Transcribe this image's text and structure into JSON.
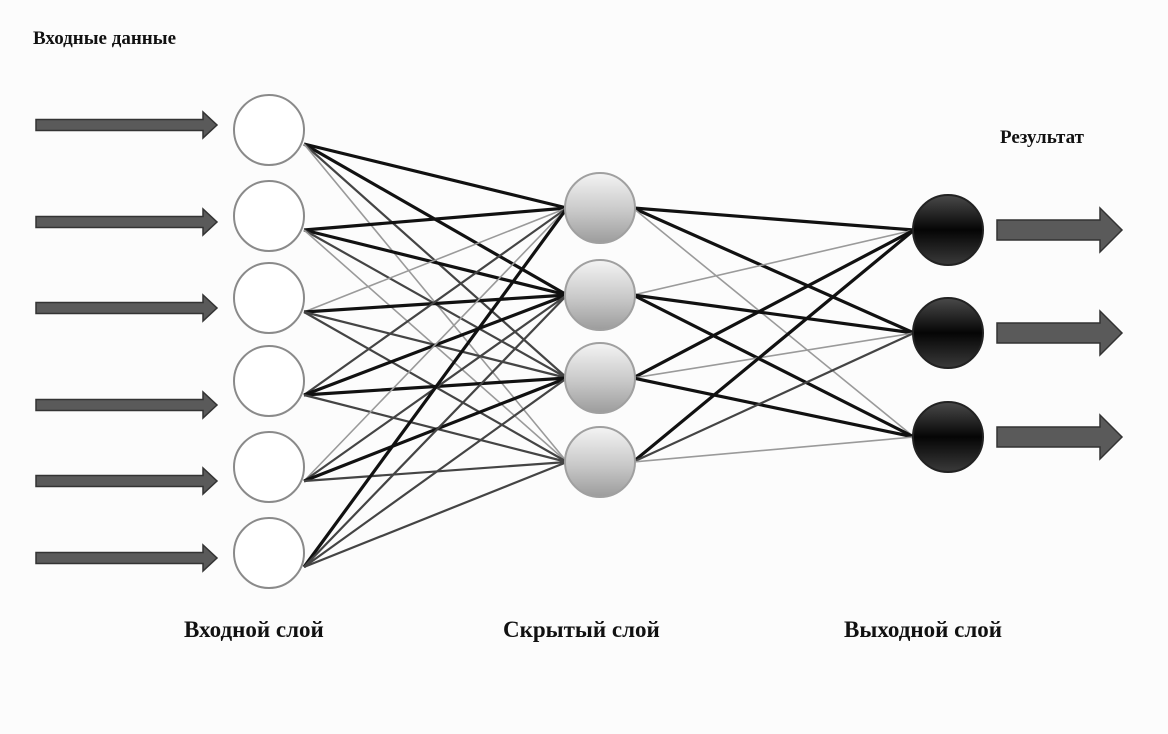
{
  "labels": {
    "input_data": "Входные данные",
    "result": "Результат",
    "input_layer": "Входной слой",
    "hidden_layer": "Скрытый слой",
    "output_layer": "Выходной слой"
  },
  "network": {
    "layers": [
      {
        "name": "input",
        "node_count": 6,
        "style": "hollow"
      },
      {
        "name": "hidden",
        "node_count": 4,
        "style": "gray-gradient"
      },
      {
        "name": "output",
        "node_count": 3,
        "style": "black-gradient"
      }
    ],
    "input_arrows": 6,
    "output_arrows": 3,
    "weights_input_hidden": [
      [
        3,
        3,
        2,
        1
      ],
      [
        3,
        3,
        2,
        1
      ],
      [
        1,
        3,
        2,
        2
      ],
      [
        2,
        3,
        3,
        2
      ],
      [
        1,
        2,
        3,
        2
      ],
      [
        3,
        2,
        2,
        2
      ]
    ],
    "weights_hidden_output": [
      [
        3,
        3,
        1
      ],
      [
        1,
        3,
        3
      ],
      [
        3,
        1,
        3
      ],
      [
        3,
        2,
        1
      ]
    ]
  },
  "colors": {
    "background": "#fcfcfc",
    "arrow_fill": "#5a5a5a",
    "arrow_stroke": "#333333",
    "input_node_stroke": "#8a8a8a",
    "weight_strong": "#111111",
    "weight_medium": "#444444",
    "weight_weak": "#9a9a9a"
  }
}
